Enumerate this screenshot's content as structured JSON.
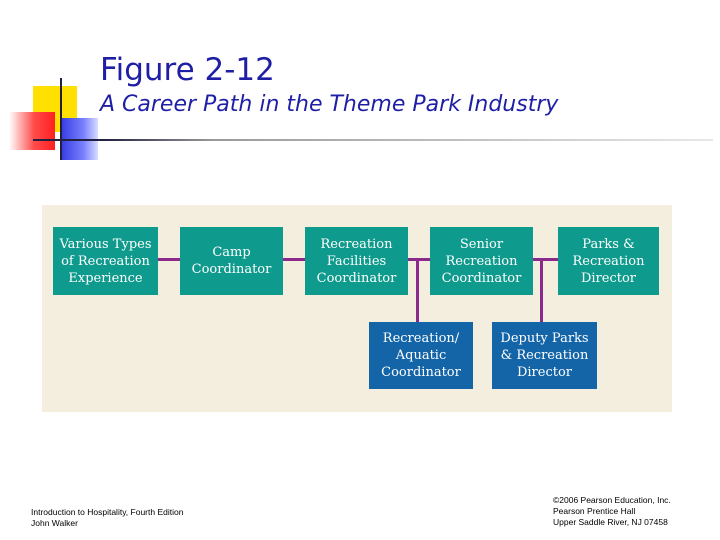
{
  "title": {
    "line1": "Figure 2-12",
    "line2": "A Career Path in the Theme Park Industry"
  },
  "diagram": {
    "boxes": [
      {
        "label": "Various Types\nof Recreation\nExperience"
      },
      {
        "label": "Camp\nCoordinator"
      },
      {
        "label": "Recreation\nFacilities\nCoordinator"
      },
      {
        "label": "Senior\nRecreation\nCoordinator"
      },
      {
        "label": "Parks &\nRecreation\nDirector"
      },
      {
        "label": "Recreation/\nAquatic\nCoordinator"
      },
      {
        "label": "Deputy Parks\n& Recreation\nDirector"
      }
    ],
    "colors": {
      "teal_box": "#0e9a8c",
      "blue_box": "#1365a8",
      "connector": "#8b2a8a",
      "background": "#f4eedf"
    }
  },
  "footer": {
    "left_line1": "Introduction to Hospitality, Fourth Edition",
    "left_line2": "John Walker",
    "right_line1": "©2006 Pearson Education, Inc.",
    "right_line2": "Pearson Prentice Hall",
    "right_line3": "Upper Saddle River, NJ 07458"
  }
}
